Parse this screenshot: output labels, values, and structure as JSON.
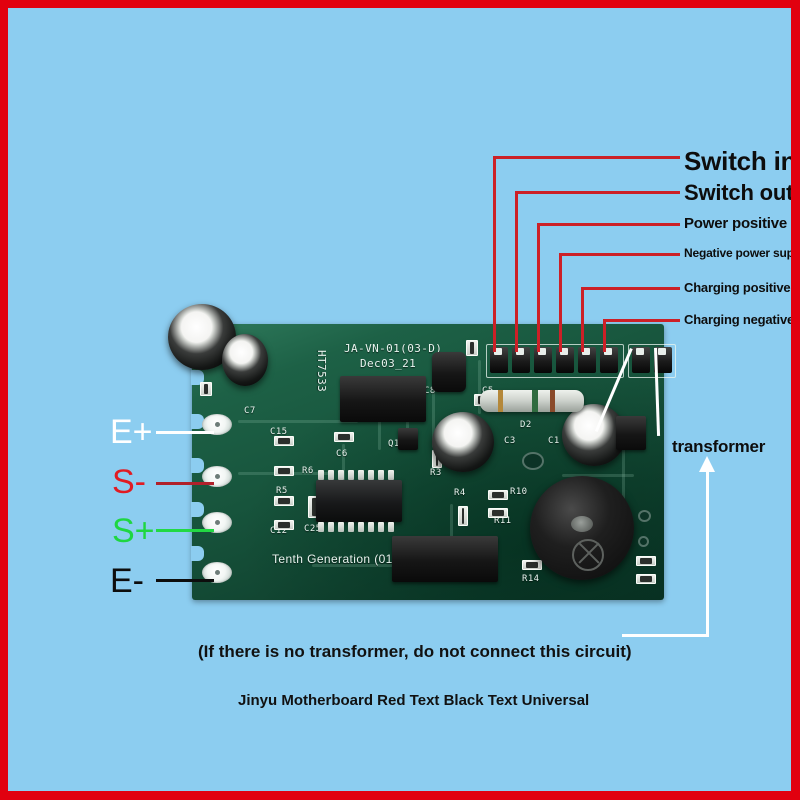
{
  "frame": {
    "border_color": "#e1000f",
    "background_color": "#8ccdf0"
  },
  "right_callouts": [
    {
      "label": "Switch in",
      "size": 26
    },
    {
      "label": "Switch out",
      "size": 22
    },
    {
      "label": "Power positive",
      "size": 15
    },
    {
      "label": "Negative power supply",
      "size": 12
    },
    {
      "label": "Charging positive",
      "size": 13
    },
    {
      "label": "Charging negative",
      "size": 13
    }
  ],
  "left_terminals": [
    {
      "label": "E+",
      "color": "#ffffff"
    },
    {
      "label": "S-",
      "color": "#e11b22"
    },
    {
      "label": "S+",
      "color": "#1fd641"
    },
    {
      "label": "E-",
      "color": "#0d0d0d"
    }
  ],
  "transformer_label": "transformer",
  "captions": {
    "note": "(If there is no transformer, do not connect this circuit)",
    "footer": "Jinyu Motherboard Red Text Black Text Universal"
  },
  "pcb": {
    "silkscreen": {
      "part_number": "JA-VN-01(03-D)",
      "date_code": "Dec03_21",
      "regulator": "HT7533",
      "board_name": "Tenth Generation (01)"
    },
    "components": [
      {
        "ref": "C7"
      },
      {
        "ref": "C15"
      },
      {
        "ref": "C6"
      },
      {
        "ref": "C8"
      },
      {
        "ref": "R6"
      },
      {
        "ref": "R5"
      },
      {
        "ref": "C12"
      },
      {
        "ref": "C25"
      },
      {
        "ref": "Q1"
      },
      {
        "ref": "C5"
      },
      {
        "ref": "D2"
      },
      {
        "ref": "C3"
      },
      {
        "ref": "C1"
      },
      {
        "ref": "R3"
      },
      {
        "ref": "R4"
      },
      {
        "ref": "R10"
      },
      {
        "ref": "R11"
      },
      {
        "ref": "R14"
      }
    ]
  }
}
